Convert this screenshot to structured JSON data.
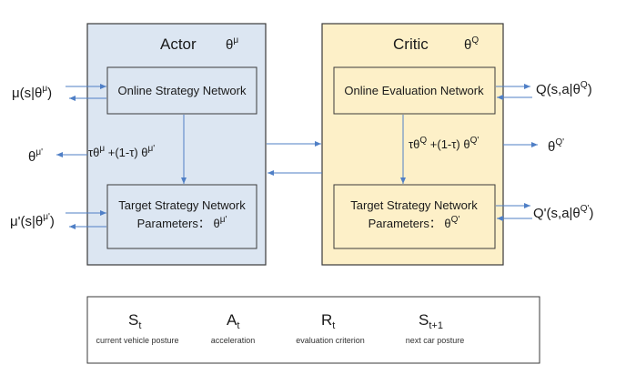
{
  "actor": {
    "title": "Actor",
    "param": {
      "base": "θ",
      "sup": "μ"
    },
    "online_label": "Online Strategy Network",
    "target_label": "Target Strategy Network",
    "target_params": {
      "base": "Parameters：  θ",
      "sup": "μ'"
    },
    "update": {
      "p1": "τθ",
      "s1": "μ",
      "p2": " +(1-τ) θ",
      "s2": "μ'"
    },
    "update_out": {
      "base": "θ",
      "sup": "μ'"
    },
    "input_online": {
      "a": "μ(s|θ",
      "sup": "μ",
      "b": ")"
    },
    "input_target": {
      "a": "μ'(s|θ",
      "sup": "μ'",
      "b": ")"
    }
  },
  "critic": {
    "title": "Critic",
    "param": {
      "base": "θ",
      "sup": "Q"
    },
    "online_label": "Online Evaluation Network",
    "target_label": "Target Strategy Network",
    "target_params": {
      "base": "Parameters：  θ",
      "sup": "Q'"
    },
    "update": {
      "p1": "τθ",
      "s1": "Q",
      "p2": " +(1-τ) θ",
      "s2": "Q'"
    },
    "update_out": {
      "base": "θ",
      "sup": "Q'"
    },
    "output_online": {
      "a": "Q(s,a|θ",
      "sup": "Q",
      "b": ")"
    },
    "output_target": {
      "a": "Q'(s,a|θ",
      "sup": "Q'",
      "b": ")"
    }
  },
  "legend": [
    {
      "symbol": "S",
      "sub": "t",
      "desc": "current vehicle posture"
    },
    {
      "symbol": "A",
      "sub": "t",
      "desc": "acceleration"
    },
    {
      "symbol": "R",
      "sub": "t",
      "desc": "evaluation criterion"
    },
    {
      "symbol": "S",
      "sub": "t+1",
      "desc": "next car posture"
    }
  ],
  "colors": {
    "actor_fill": "#dce6f2",
    "critic_fill": "#fdf0c8",
    "border": "#3a3a3a",
    "arrow": "#4f7fc6"
  }
}
